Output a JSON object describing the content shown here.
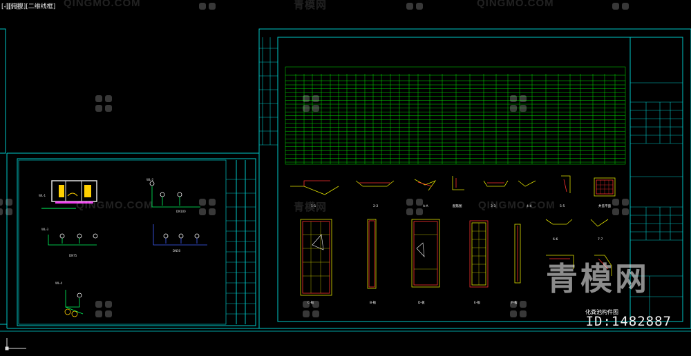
{
  "viewport": {
    "label": "[-][俯视][二维线框]"
  },
  "watermarks": {
    "brand_latin": "QINGMO.COM",
    "brand_cn": "青模网",
    "big_cn": "青模网"
  },
  "asset_id": "ID:1482887",
  "drawings": {
    "right_sheet": {
      "title": "化粪池构件图",
      "section_labels": [
        "1-1",
        "2-2",
        "A-A",
        "配筋图",
        "3-3",
        "4-4",
        "5-5",
        "6-6",
        "7-7",
        "井盖平面",
        "C-板",
        "B-板",
        "D-板",
        "E-板",
        "F-板"
      ]
    },
    "left_sheet": {
      "pipe_tags": [
        "WL-1",
        "WL-2",
        "WL-3",
        "WL-4"
      ],
      "dim_text": [
        "DN100",
        "DN75",
        "DN50"
      ]
    }
  },
  "colors": {
    "background": "#000000",
    "frame": "#00c8c8",
    "table": "#00e000",
    "detail": "#e0e000",
    "rebar": "#ff3030",
    "note": "#8080ff"
  }
}
